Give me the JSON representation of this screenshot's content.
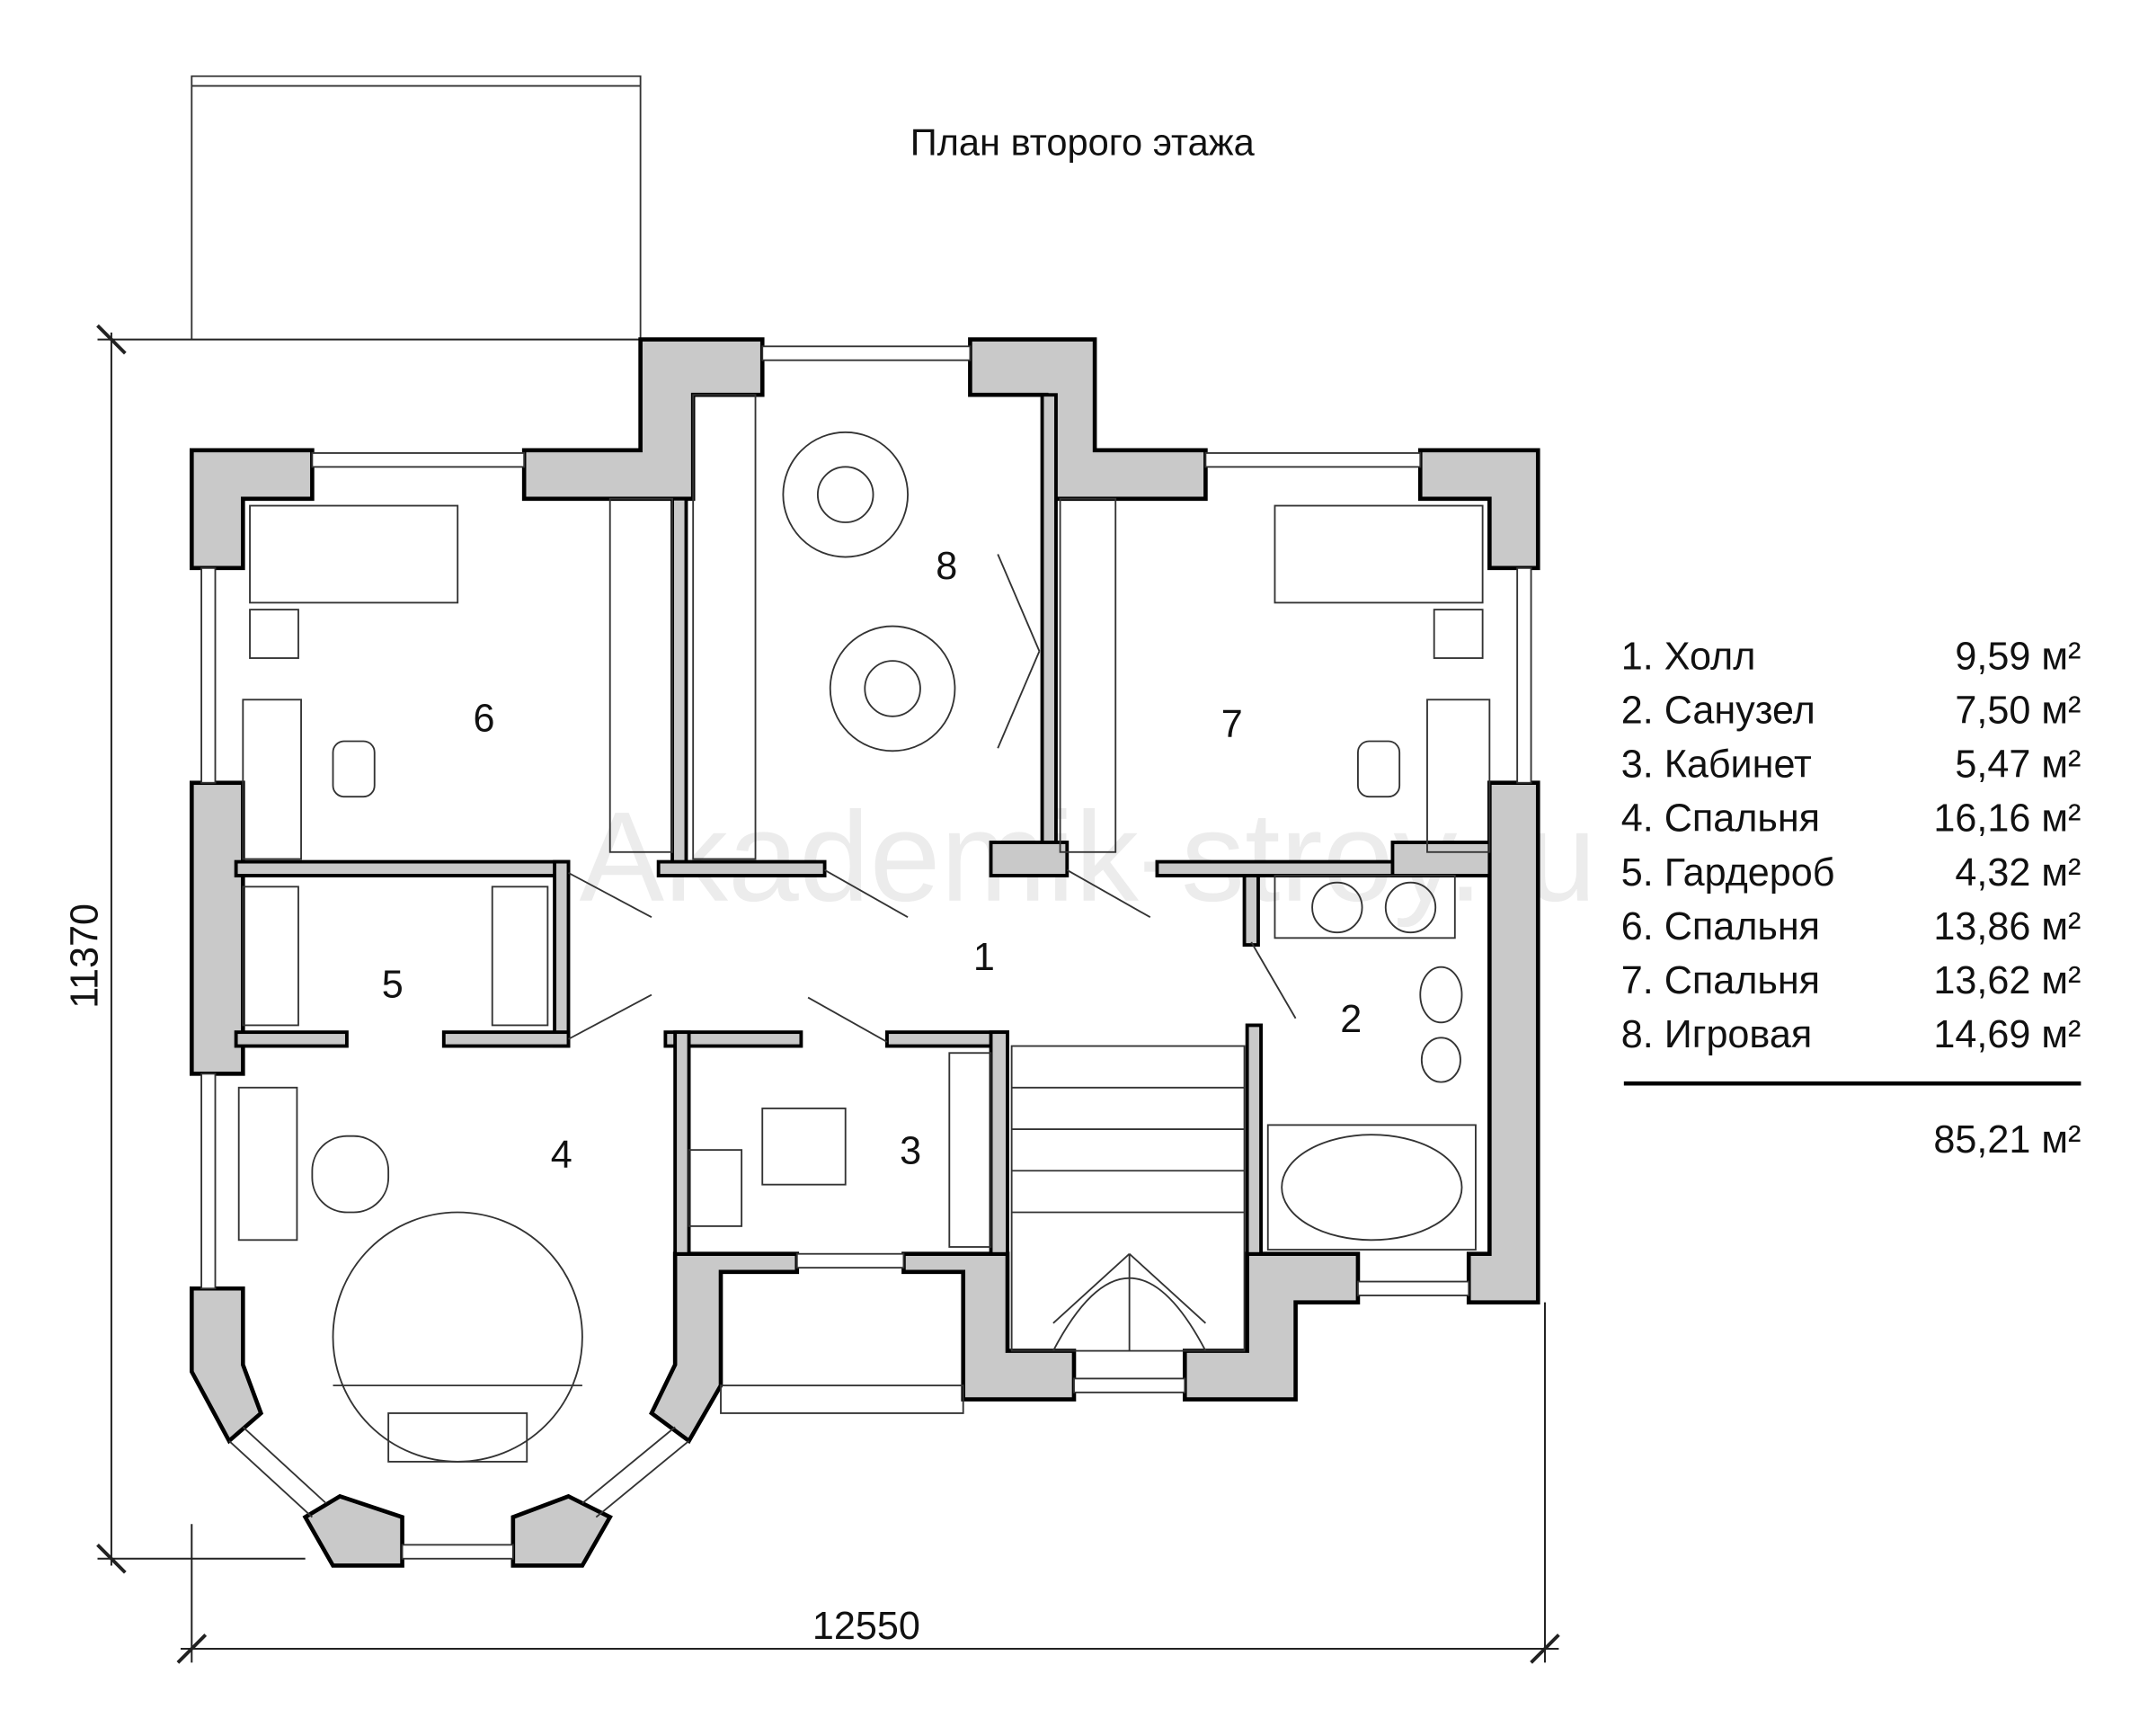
{
  "title": "План второго этажа",
  "watermark": "Akademik-stroy.ru",
  "dimensions": {
    "height": "11370",
    "width": "12550"
  },
  "rooms": [
    {
      "number": "1"
    },
    {
      "number": "2"
    },
    {
      "number": "3"
    },
    {
      "number": "4"
    },
    {
      "number": "5"
    },
    {
      "number": "6"
    },
    {
      "number": "7"
    },
    {
      "number": "8"
    }
  ],
  "legend": {
    "items": [
      {
        "label": "1. Холл",
        "area": "9,59 м²"
      },
      {
        "label": "2. Санузел",
        "area": "7,50 м²"
      },
      {
        "label": "3. Кабинет",
        "area": "5,47 м²"
      },
      {
        "label": "4. Спальня",
        "area": "16,16 м²"
      },
      {
        "label": "5. Гардероб",
        "area": "4,32 м²"
      },
      {
        "label": "6. Спальня",
        "area": "13,86 м²"
      },
      {
        "label": "7. Спальня",
        "area": "13,62 м²"
      },
      {
        "label": "8. Игровая",
        "area": "14,69 м²"
      }
    ],
    "total": "85,21 м²"
  },
  "colors": {
    "wall": "#c9c9c9",
    "line": "#000000"
  }
}
